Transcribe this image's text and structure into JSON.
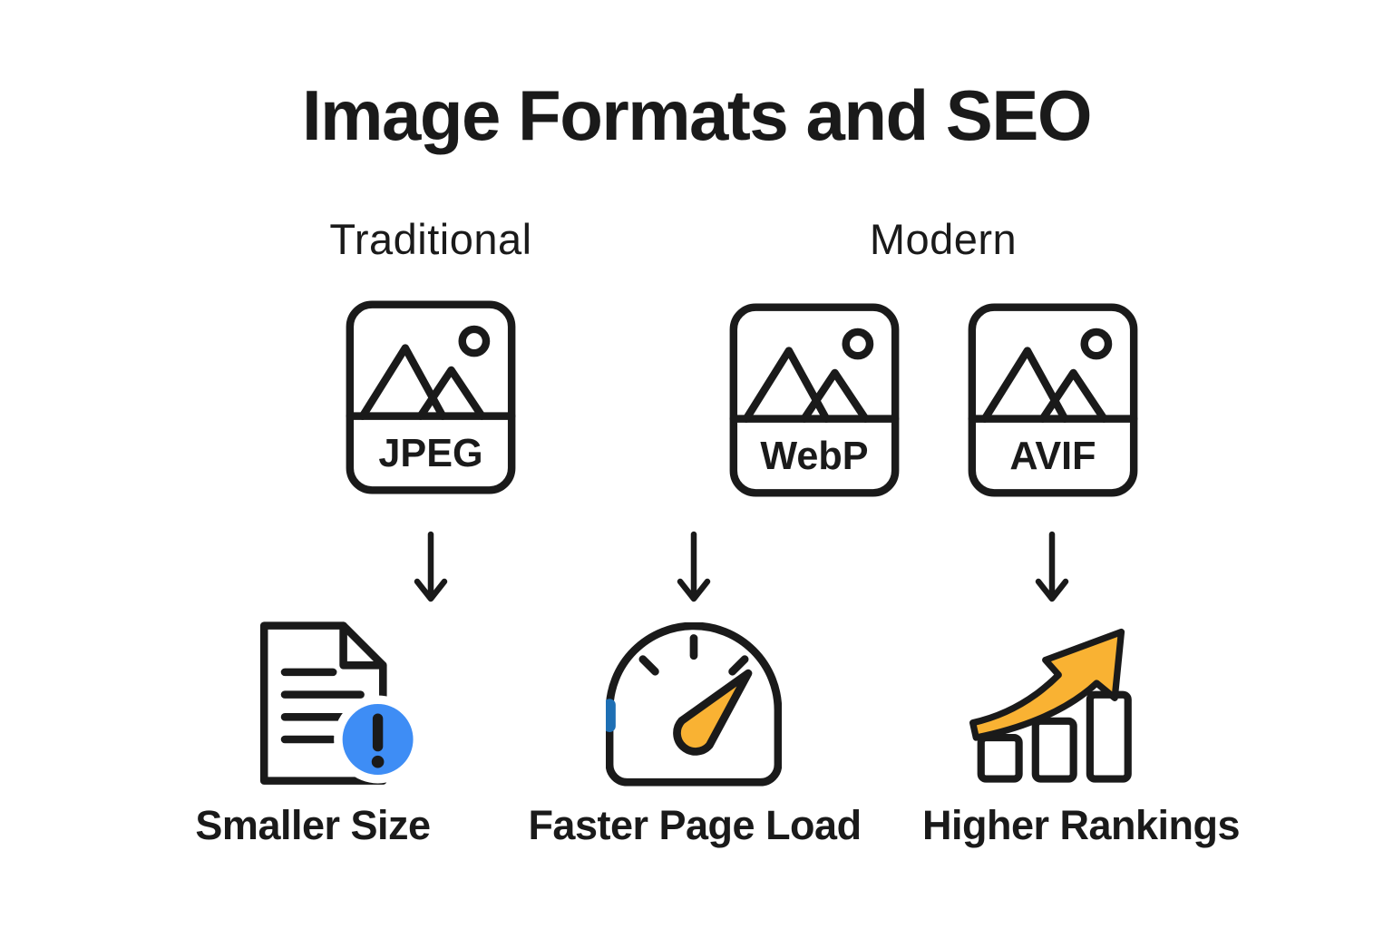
{
  "page": {
    "title": "Image Formats and SEO"
  },
  "groups": {
    "traditional": "Traditional",
    "modern": "Modern"
  },
  "formats": {
    "jpeg": "JPEG",
    "webp": "WebP",
    "avif": "AVIF"
  },
  "outcomes": {
    "smaller_size": "Smaller Size",
    "faster_page_load": "Faster Page Load",
    "higher_rankings": "Higher Rankings"
  },
  "icons": {
    "format_card": "image-icon",
    "connector": "down-arrow-icon",
    "smaller_size": "document-alert-icon",
    "faster_page_load": "speedometer-icon",
    "higher_rankings": "growth-chart-icon"
  },
  "colors": {
    "outline": "#1a1a1a",
    "background": "#ffffff",
    "accent_blue": "#3e8df5",
    "accent_yellow": "#f9b233",
    "gauge_marker_blue": "#1e6fb4"
  }
}
